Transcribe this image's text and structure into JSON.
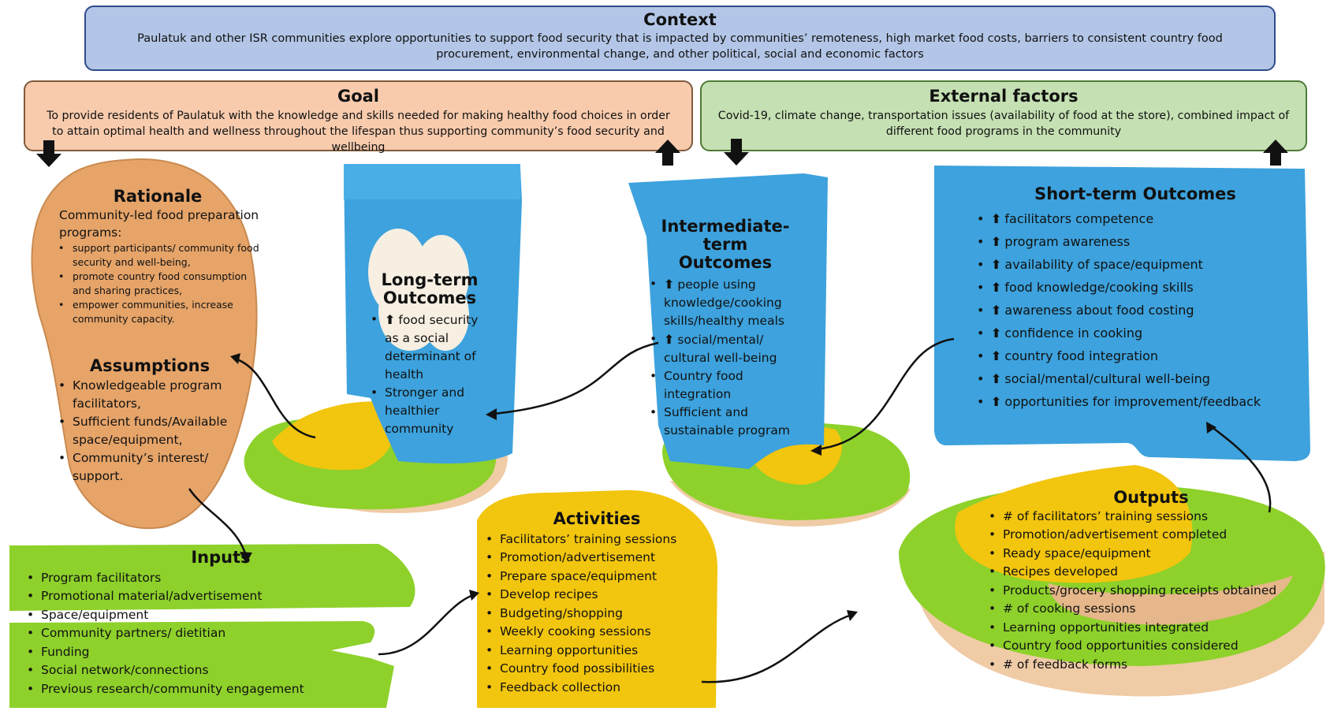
{
  "context": {
    "title": "Context",
    "text": "Paulatuk and other ISR communities explore opportunities to support food security that is impacted by communities’ remoteness, high market food costs, barriers to consistent country food procurement, environmental change, and other political, social and economic factors"
  },
  "goal": {
    "title": "Goal",
    "text": "To provide residents of Paulatuk with the knowledge and skills needed for making healthy food choices in order to attain optimal health and wellness throughout the lifespan thus supporting community’s food security and wellbeing"
  },
  "external": {
    "title": "External factors",
    "text": "Covid-19, climate change, transportation issues (availability of food at the store), combined impact of different food programs in the community"
  },
  "rationale": {
    "title": "Rationale",
    "intro": "Community-led food preparation programs:",
    "items": [
      "support participants/ community food security and well-being,",
      "promote country food consumption and sharing practices,",
      "empower communities, increase community capacity."
    ]
  },
  "assumptions": {
    "title": "Assumptions",
    "items": [
      "Knowledgeable program facilitators,",
      "Sufficient funds/Available space/equipment,",
      "Community’s interest/ support."
    ]
  },
  "long_term": {
    "title_1": "Long-term",
    "title_2": "Outcomes",
    "items": [
      "food security as a social determinant of health",
      "Stronger and healthier community"
    ]
  },
  "intermediate": {
    "title_1": "Intermediate-term",
    "title_2": "Outcomes",
    "items": [
      "people using knowledge/cooking skills/healthy meals",
      "social/mental/ cultural well-being",
      "Country food integration",
      "Sufficient and sustainable program"
    ]
  },
  "short_term": {
    "title": "Short-term Outcomes",
    "items": [
      "facilitators competence",
      "program awareness",
      "availability of space/equipment",
      "food knowledge/cooking skills",
      "awareness about food costing",
      "confidence in cooking",
      "country food integration",
      "social/mental/cultural well-being",
      "opportunities for improvement/feedback"
    ]
  },
  "inputs": {
    "title": "Inputs",
    "items": [
      "Program facilitators",
      "Promotional material/advertisement",
      "Space/equipment",
      "Community partners/ dietitian",
      "Funding",
      "Social network/connections",
      "Previous research/community engagement"
    ]
  },
  "activities": {
    "title": "Activities",
    "items": [
      "Facilitators’ training sessions",
      "Promotion/advertisement",
      "Prepare space/equipment",
      "Develop recipes",
      "Budgeting/shopping",
      "Weekly cooking sessions",
      "Learning opportunities",
      "Country food possibilities",
      "Feedback collection"
    ]
  },
  "outputs": {
    "title": "Outputs",
    "items": [
      "# of facilitators’ training sessions",
      "Promotion/advertisement completed",
      "Ready space/equipment",
      "Recipes developed",
      "Products/grocery shopping receipts obtained",
      "# of cooking sessions",
      "Learning opportunities integrated",
      "Country food opportunities considered",
      "# of feedback forms"
    ]
  },
  "colors": {
    "blue_felt": "#3fa0da",
    "green_felt": "#8fd22c",
    "yellow_felt": "#f2c40d",
    "tan_felt": "#e7a266",
    "sole": "#e8c9a8"
  }
}
